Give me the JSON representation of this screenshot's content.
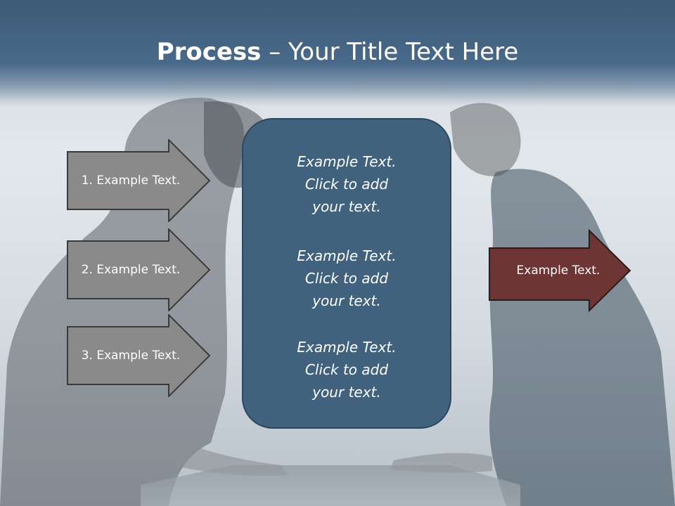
{
  "title": {
    "bold": "Process",
    "rest": " – Your Title Text Here"
  },
  "left_steps": [
    {
      "label": "1. Example Text."
    },
    {
      "label": "2. Example Text."
    },
    {
      "label": "3. Example Text."
    }
  ],
  "center_blocks": [
    {
      "line1": "Example Text.",
      "line2": "Click  to add",
      "line3": "your text."
    },
    {
      "line1": "Example Text.",
      "line2": "Click  to add",
      "line3": "your text."
    },
    {
      "line1": "Example Text.",
      "line2": "Click  to add",
      "line3": "your text."
    }
  ],
  "result_arrow": {
    "label": "Example Text."
  },
  "colors": {
    "title_band": "#3d5b77",
    "center_box": "#41627f",
    "step_arrow": "#8a8a8a",
    "result_arrow": "#6e3535"
  }
}
